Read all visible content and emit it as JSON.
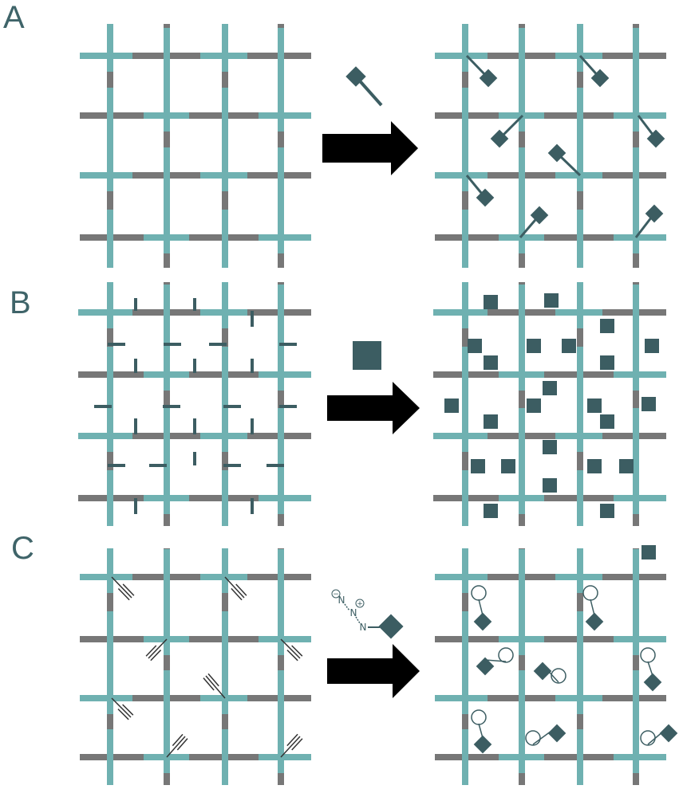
{
  "panels": {
    "a": {
      "label": "A"
    },
    "b": {
      "label": "B"
    },
    "c": {
      "label": "C"
    }
  },
  "chem": {
    "nitrogen": "N",
    "minus": "−",
    "plus": "+"
  },
  "colors": {
    "teal": "#6fb1b1",
    "gray": "#777777",
    "dark": "#3c5d62",
    "arrow": "#000000"
  }
}
